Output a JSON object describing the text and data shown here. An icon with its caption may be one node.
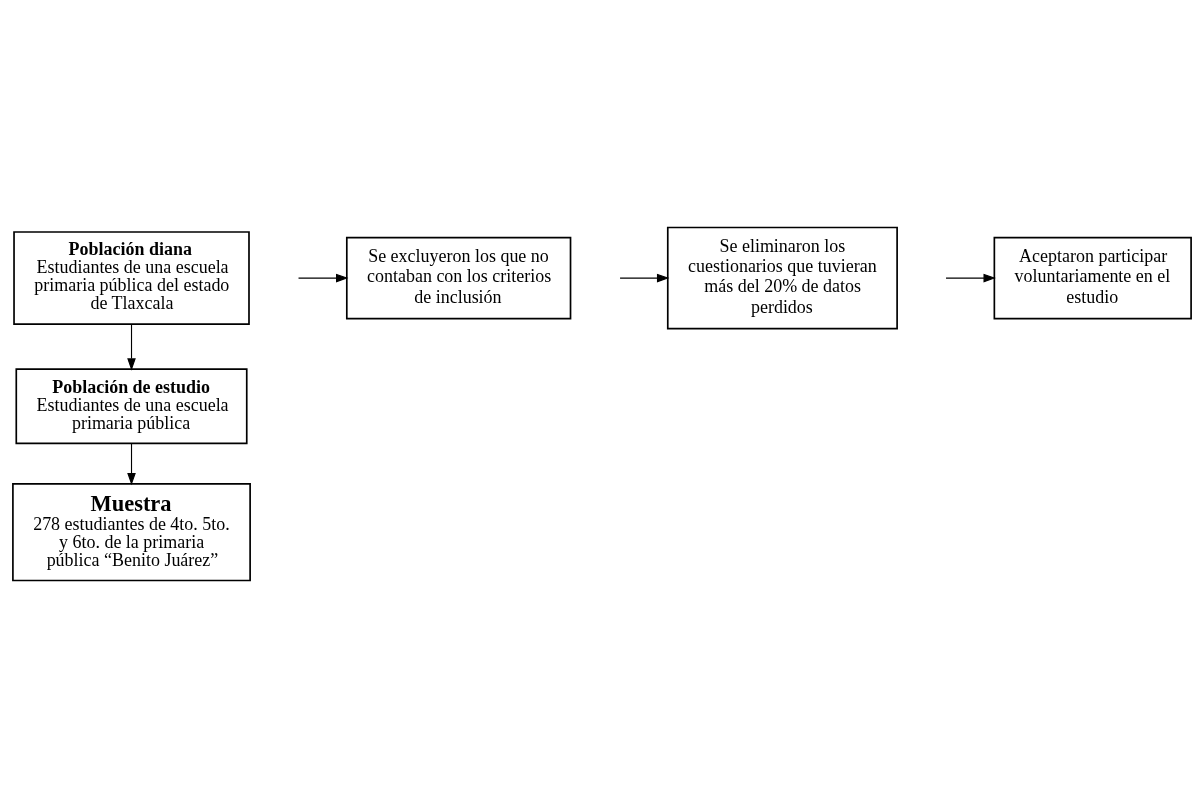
{
  "diagram": {
    "nodes": [
      {
        "text": [
          "Población diana",
          "Estudiantes de una escuela primaria pública del estado de Tlaxcala"
        ]
      },
      {
        "text": [
          "Se excluyeron los que no contaban con los criterios de inclusión"
        ]
      },
      {
        "text": [
          "Población de estudio",
          "Estudiantes de una escuela primaria pública"
        ]
      },
      {
        "text": [
          "Se eliminaron los cuestionarios que tuvieran más del 20% de datos perdidos"
        ]
      },
      {
        "text": [
          "Aceptaron participar voluntariamente en el estudio"
        ]
      },
      {
        "text": [
          "Muestra",
          "278 estudiantes de 4to. 5to. y 6to. de la primaria pública “Benito Juárez”"
        ]
      }
    ],
    "edges": [
      {
        "from": 0,
        "to": 2,
        "arrow": "to"
      },
      {
        "from": null,
        "to": 1,
        "arrow": "to"
      },
      {
        "from": 2,
        "to": 5,
        "arrow": "to"
      },
      {
        "from": null,
        "to": 4,
        "arrow": "to"
      },
      {
        "from": null,
        "to": 3,
        "arrow": "to"
      }
    ]
  }
}
